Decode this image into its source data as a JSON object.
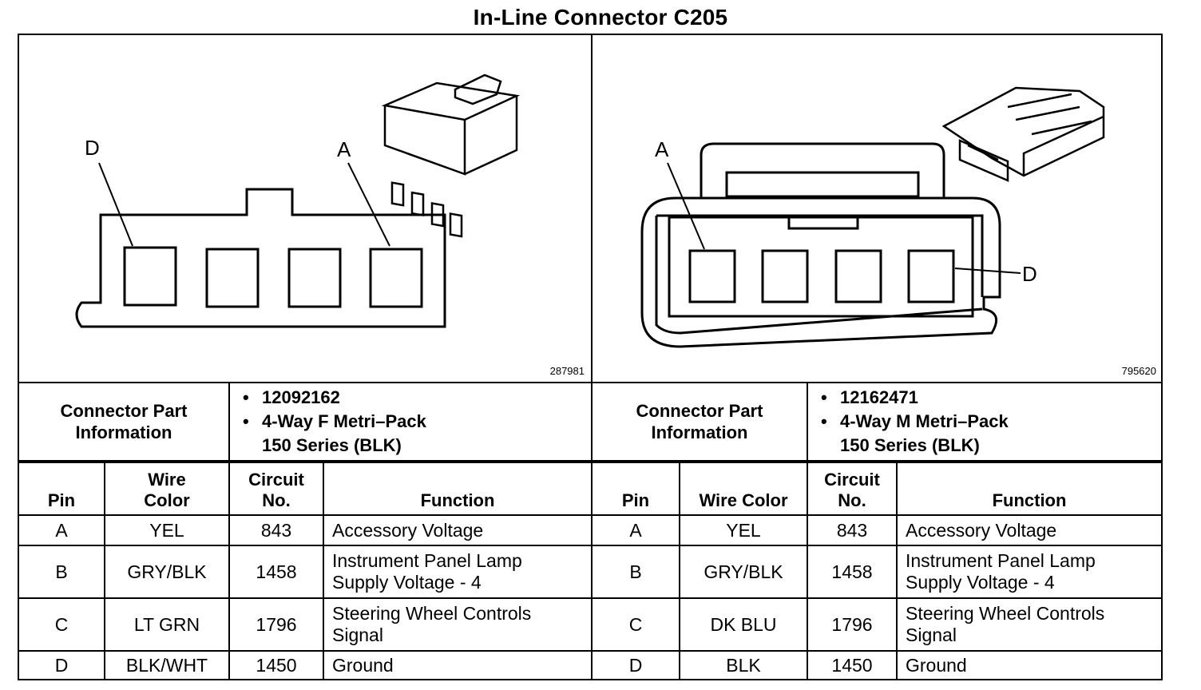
{
  "title": "In-Line Connector C205",
  "left": {
    "diagram": {
      "pin_label_left": "D",
      "pin_label_right": "A",
      "ref_number": "287981"
    },
    "info_label": "Connector Part Information",
    "part_number": "12092162",
    "part_desc_line1": "4-Way F Metri–Pack",
    "part_desc_line2": "150 Series (BLK)",
    "headers": {
      "pin": "Pin",
      "wire_color_1": "Wire",
      "wire_color_2": "Color",
      "circuit_1": "Circuit",
      "circuit_2": "No.",
      "function": "Function"
    },
    "rows": [
      {
        "pin": "A",
        "wire": "YEL",
        "circuit": "843",
        "func1": "Accessory Voltage",
        "func2": ""
      },
      {
        "pin": "B",
        "wire": "GRY/BLK",
        "circuit": "1458",
        "func1": "Instrument Panel Lamp",
        "func2": "Supply Voltage - 4"
      },
      {
        "pin": "C",
        "wire": "LT GRN",
        "circuit": "1796",
        "func1": "Steering Wheel Controls",
        "func2": "Signal"
      },
      {
        "pin": "D",
        "wire": "BLK/WHT",
        "circuit": "1450",
        "func1": "Ground",
        "func2": ""
      }
    ]
  },
  "right": {
    "diagram": {
      "pin_label_left": "A",
      "pin_label_right": "D",
      "ref_number": "795620"
    },
    "info_label": "Connector Part Information",
    "part_number": "12162471",
    "part_desc_line1": "4-Way M Metri–Pack",
    "part_desc_line2": "150 Series (BLK)",
    "headers": {
      "pin": "Pin",
      "wire_color": "Wire Color",
      "circuit_1": "Circuit",
      "circuit_2": "No.",
      "function": "Function"
    },
    "rows": [
      {
        "pin": "A",
        "wire": "YEL",
        "circuit": "843",
        "func1": "Accessory Voltage",
        "func2": ""
      },
      {
        "pin": "B",
        "wire": "GRY/BLK",
        "circuit": "1458",
        "func1": "Instrument Panel Lamp",
        "func2": "Supply Voltage - 4"
      },
      {
        "pin": "C",
        "wire": "DK BLU",
        "circuit": "1796",
        "func1": "Steering Wheel Controls",
        "func2": "Signal"
      },
      {
        "pin": "D",
        "wire": "BLK",
        "circuit": "1450",
        "func1": "Ground",
        "func2": ""
      }
    ]
  }
}
